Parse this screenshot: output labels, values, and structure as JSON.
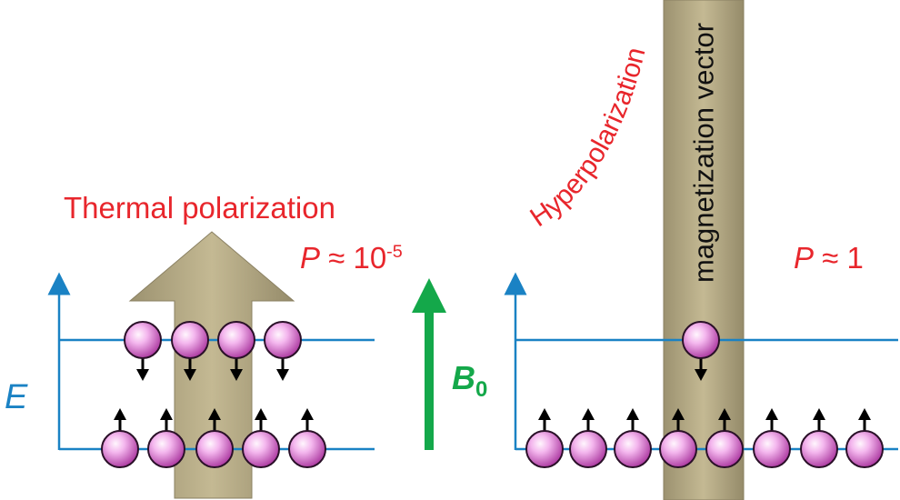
{
  "left_panel": {
    "title": "Thermal polarization",
    "polarization_var": "P",
    "polarization_rel": " ≈ 10",
    "polarization_exp": "-5",
    "upper_spins": 4,
    "lower_spins": 5
  },
  "right_panel": {
    "curved_label": "Hyperpolarization",
    "bar_label": "magnetization vector",
    "polarization_var": "P",
    "polarization_rel": " ≈ 1",
    "upper_spins": 1,
    "lower_spins": 8
  },
  "energy_axis": {
    "label": "E"
  },
  "field": {
    "label": "B",
    "subscript": "0"
  },
  "colors": {
    "axis": "#1a82c4",
    "label_red": "#e8262c",
    "field_green": "#14a84a",
    "arrow_fill": "#b9ad84",
    "spin_pink": "#e08ad8"
  }
}
